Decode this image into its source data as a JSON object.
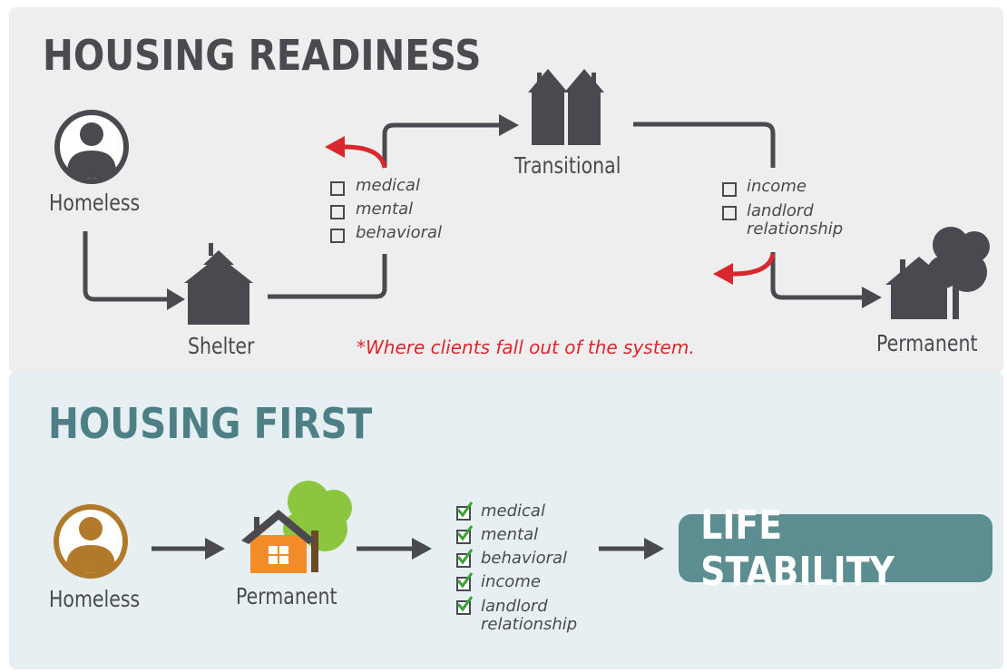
{
  "housing_readiness": {
    "title": "HOUSING READINESS",
    "nodes": {
      "homeless": "Homeless",
      "shelter": "Shelter",
      "transitional": "Transitional",
      "permanent": "Permanent"
    },
    "checklist_1": [
      "medical",
      "mental",
      "behavioral"
    ],
    "checklist_2": [
      "income",
      "landlord relationship"
    ],
    "note": "*Where clients fall out of the system."
  },
  "housing_first": {
    "title": "HOUSING FIRST",
    "nodes": {
      "homeless": "Homeless",
      "permanent": "Permanent"
    },
    "checklist": [
      "medical",
      "mental",
      "behavioral",
      "income",
      "landlord relationship"
    ],
    "outcome": "LIFE STABILITY"
  },
  "colors": {
    "dark_gray": "#4a4950",
    "fall_out_red": "#d9282d",
    "teal": "#5b8d91",
    "heading_teal": "#4e7f87",
    "house_orange": "#f28c28",
    "tree_green": "#8cc63f",
    "person_brown": "#b07a2a"
  }
}
